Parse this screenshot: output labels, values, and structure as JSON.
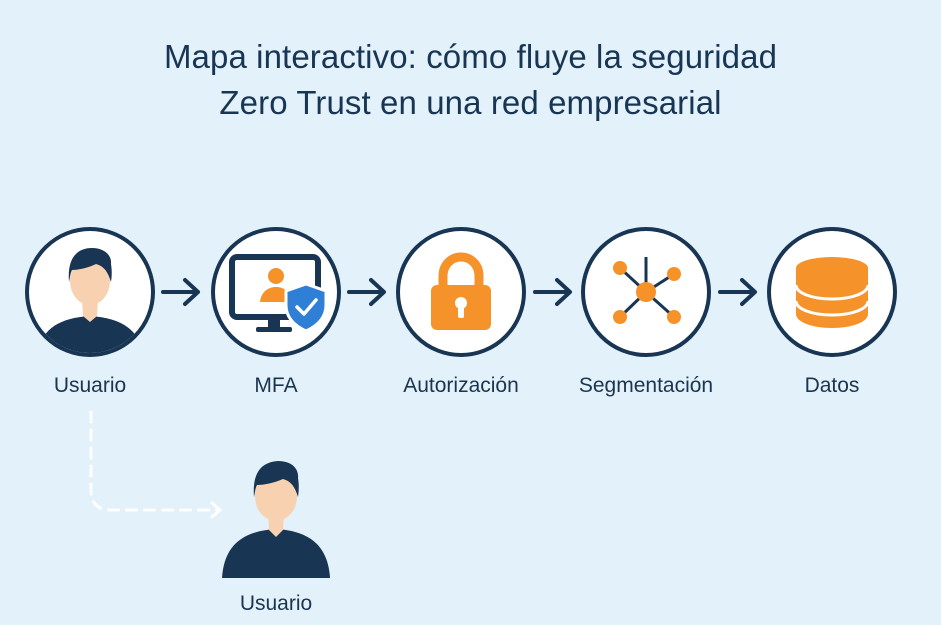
{
  "title": {
    "line1": "Mapa interactivo: cómo fluye la seguridad",
    "line2": "Zero Trust en una red empresarial"
  },
  "flow": {
    "nodes": [
      {
        "id": "usuario",
        "label": "Usuario",
        "icon": "user-icon"
      },
      {
        "id": "mfa",
        "label": "MFA",
        "icon": "monitor-shield-icon"
      },
      {
        "id": "autorizacion",
        "label": "Autorización",
        "icon": "lock-icon"
      },
      {
        "id": "segmentacion",
        "label": "Segmentación",
        "icon": "network-hub-icon"
      },
      {
        "id": "datos",
        "label": "Datos",
        "icon": "database-icon"
      }
    ],
    "branch": {
      "label": "Usuario",
      "icon": "user-icon"
    }
  },
  "colors": {
    "background": "#e2f1fa",
    "navy": "#183553",
    "orange": "#f5922a",
    "skin": "#f8d2b0",
    "shield_blue": "#2f7fd6",
    "dashed_line": "#ffffff"
  }
}
